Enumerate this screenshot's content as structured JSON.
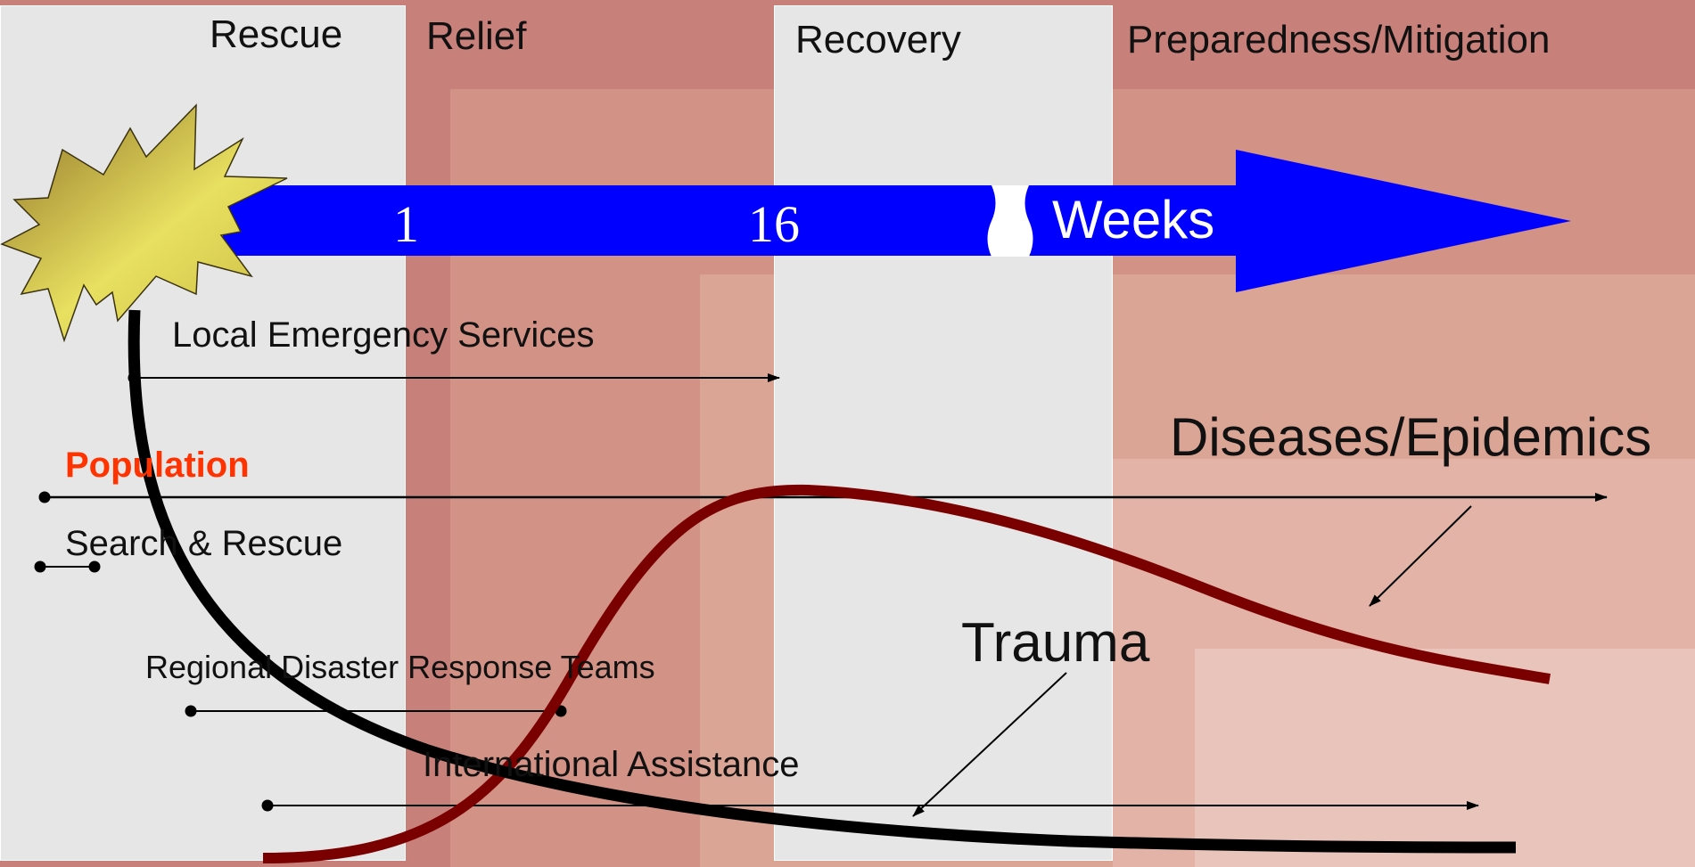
{
  "phases": {
    "rescue": "Rescue",
    "relief": "Relief",
    "recovery": "Recovery",
    "preparedness": "Preparedness/Mitigation"
  },
  "timeline": {
    "tick_1": "1",
    "tick_16": "16",
    "unit": "Weeks"
  },
  "responses": {
    "local_emergency": "Local Emergency Services",
    "population": "Population",
    "search_rescue": "Search & Rescue",
    "regional_teams": "Regional Disaster Response Teams",
    "international": "International Assistance"
  },
  "curves": {
    "diseases": "Diseases/Epidemics",
    "trauma": "Trauma"
  },
  "colors": {
    "background": "#c8817a",
    "panel": "#e6e6e6",
    "timeline_arrow": "#0000ff",
    "population_label": "#ff3300",
    "disease_curve": "#7a0000",
    "trauma_curve": "#000000",
    "starburst": "#e8e060"
  },
  "icons": {
    "disaster_event": "explosion-starburst-icon",
    "time_break": "axis-break-icon"
  }
}
